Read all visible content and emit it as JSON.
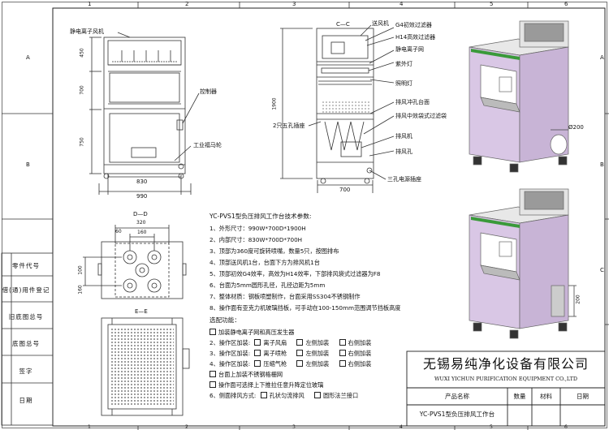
{
  "grid": {
    "top_cols": [
      "1",
      "2",
      "3",
      "4",
      "5",
      "6"
    ],
    "bottom_cols": [
      "1",
      "2",
      "3",
      "4",
      "5",
      "6"
    ],
    "right_rows": [
      "A",
      "B",
      "C"
    ]
  },
  "sidebar": [
    "零件代号",
    "借(通)用件登记",
    "旧底图总号",
    "底图总号",
    "签字",
    "日期"
  ],
  "front_view": {
    "title": "静电离子风机",
    "callouts": [
      "控制器",
      "工业福马轮"
    ],
    "dims": [
      "450",
      "700",
      "750",
      "830",
      "990"
    ]
  },
  "side_view": {
    "section": "C—C",
    "callouts": [
      "送风机",
      "G4初效过滤器",
      "H14高效过滤器",
      "静电离子网",
      "紫外灯",
      "照明灯",
      "排风冲孔台面",
      "排风中效袋式过滤袋",
      "排风机",
      "排风孔",
      "2只五孔插座",
      "三孔电源插座"
    ],
    "dims": [
      "1900",
      "700"
    ]
  },
  "top_view": {
    "section": "D—D",
    "dims": [
      "320",
      "160",
      "60",
      "100",
      "160"
    ]
  },
  "bottom_view": {
    "section": "E—E"
  },
  "render_callouts": [
    "Ø200",
    "200"
  ],
  "specs": {
    "title": "YC-PVS1型负压排风工作台技术参数:",
    "lines": [
      "1、外形尺寸：990W*700D*1900H",
      "2、内部尺寸：830W*700D*700H",
      "3、顶部为360度可旋转喷嘴，数量5只，按图排布",
      "4、顶部送风机1台，台面下方为排风机1台",
      "5、顶部初效G4效率，高效为H14效率，下部排风袋式过滤器为F8",
      "6、台面为5mm圆形孔径，孔径边距为5mm",
      "7、整体材质：钢板喷塑制作，台面采用SS304不锈钢制作",
      "8、操作面有亚克力机玻璃挡板，可手动在100-150mm范围调节挡板高度"
    ]
  },
  "options": {
    "title": "选配功能：",
    "rows": [
      {
        "prefix": "",
        "items": [
          "加装静电离子网和高压发生器"
        ]
      },
      {
        "prefix": "2、操作区加装:",
        "items": [
          "离子风扇",
          "左侧加装",
          "右侧加装"
        ]
      },
      {
        "prefix": "3、操作区加装:",
        "items": [
          "离子喷枪",
          "左侧加装",
          "右侧加装"
        ]
      },
      {
        "prefix": "4、操作区加装:",
        "items": [
          "压缩气枪",
          "左侧加装",
          "右侧加装"
        ]
      },
      {
        "prefix": "",
        "items": [
          "台面上加装不锈钢格栅网"
        ]
      },
      {
        "prefix": "",
        "items": [
          "操作面可选择上下推拉任意升降定位玻璃"
        ]
      },
      {
        "prefix": "6、侧面排风方式:",
        "items": [
          "孔状匀流排风",
          "圆形法兰接口"
        ]
      }
    ]
  },
  "title_block": {
    "company_cn": "无锡易纯净化设备有限公司",
    "company_en": "WUXI YICHUN PURIFICATION EQUIPMENT CO.,LTD",
    "headers": [
      "产品名称",
      "数量",
      "材料",
      "日期"
    ],
    "product": "YC-PVS1型负压排风工作台"
  }
}
